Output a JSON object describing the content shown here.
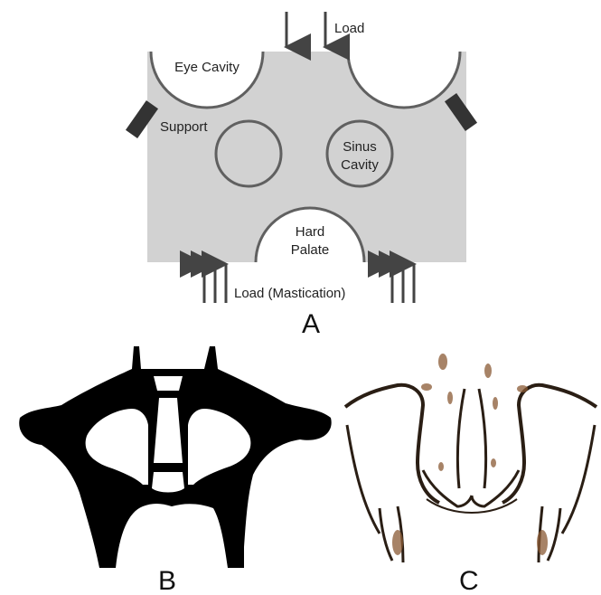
{
  "panel_a": {
    "letter": "A",
    "labels": {
      "load_top": "Load",
      "eye_cavity": "Eye Cavity",
      "support": "Support",
      "sinus_line1": "Sinus",
      "sinus_line2": "Cavity",
      "palate_line1": "Hard",
      "palate_line2": "Palate",
      "load_bottom": "Load (Mastication)"
    },
    "colors": {
      "domain_fill": "#d2d2d2",
      "outline": "#606060",
      "arrow": "#444444",
      "support_block": "#333333"
    }
  },
  "panel_b": {
    "letter": "B",
    "colors": {
      "material": "#000000"
    }
  },
  "panel_c": {
    "letter": "C",
    "colors": {
      "bone": "#8a5a35",
      "edge": "#2a1e14"
    }
  }
}
